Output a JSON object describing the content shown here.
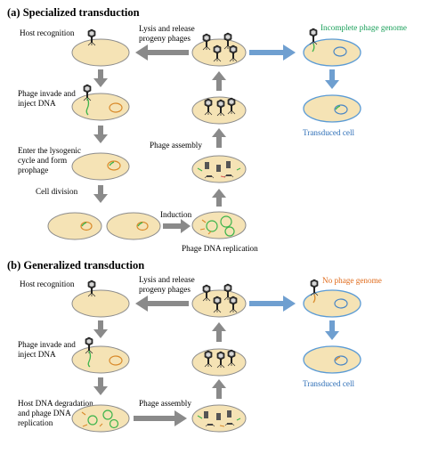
{
  "panel_a": {
    "title": "(a) Specialized transduction",
    "host_recognition": "Host recognition",
    "invade_1": "Phage invade and",
    "invade_2": "inject DNA",
    "lysogenic_1": "Enter the lysogenic",
    "lysogenic_2": "cycle and form",
    "lysogenic_3": "prophage",
    "cell_division": "Cell division",
    "induction": "Induction",
    "replication": "Phage DNA replication",
    "assembly": "Phage assembly",
    "lysis_1": "Lysis and release",
    "lysis_2": "progeny phages",
    "note": "Incomplete phage genome",
    "transduced": "Transduced cell"
  },
  "panel_b": {
    "title": "(b) Generalized transduction",
    "host_recognition": "Host recognition",
    "invade_1": "Phage invade and",
    "invade_2": "inject DNA",
    "degradation_1": "Host DNA degradation",
    "degradation_2": "and phage DNA",
    "degradation_3": "replication",
    "assembly": "Phage assembly",
    "lysis_1": "Lysis and release",
    "lysis_2": "progeny phages",
    "note": "No phage genome",
    "transduced": "Transduced cell"
  },
  "colors": {
    "cell_fill": "#f5e3b5",
    "cell_stroke": "#8c8c8c",
    "transduced_stroke": "#5b9bd5",
    "gray_arrow": "#8a8a8a",
    "blue_arrow": "#6f9fd0",
    "plasmid_orange": "#d98a2b",
    "plasmid_blue": "#4a86c5",
    "dna_green": "#3cb44b",
    "dna_red": "#d9534f",
    "text_green": "#1aa05a",
    "text_orange": "#e06a1a",
    "text_blue": "#2e6fb7"
  },
  "icons": [
    "phage-icon",
    "cell-icon",
    "arrow-icon"
  ]
}
